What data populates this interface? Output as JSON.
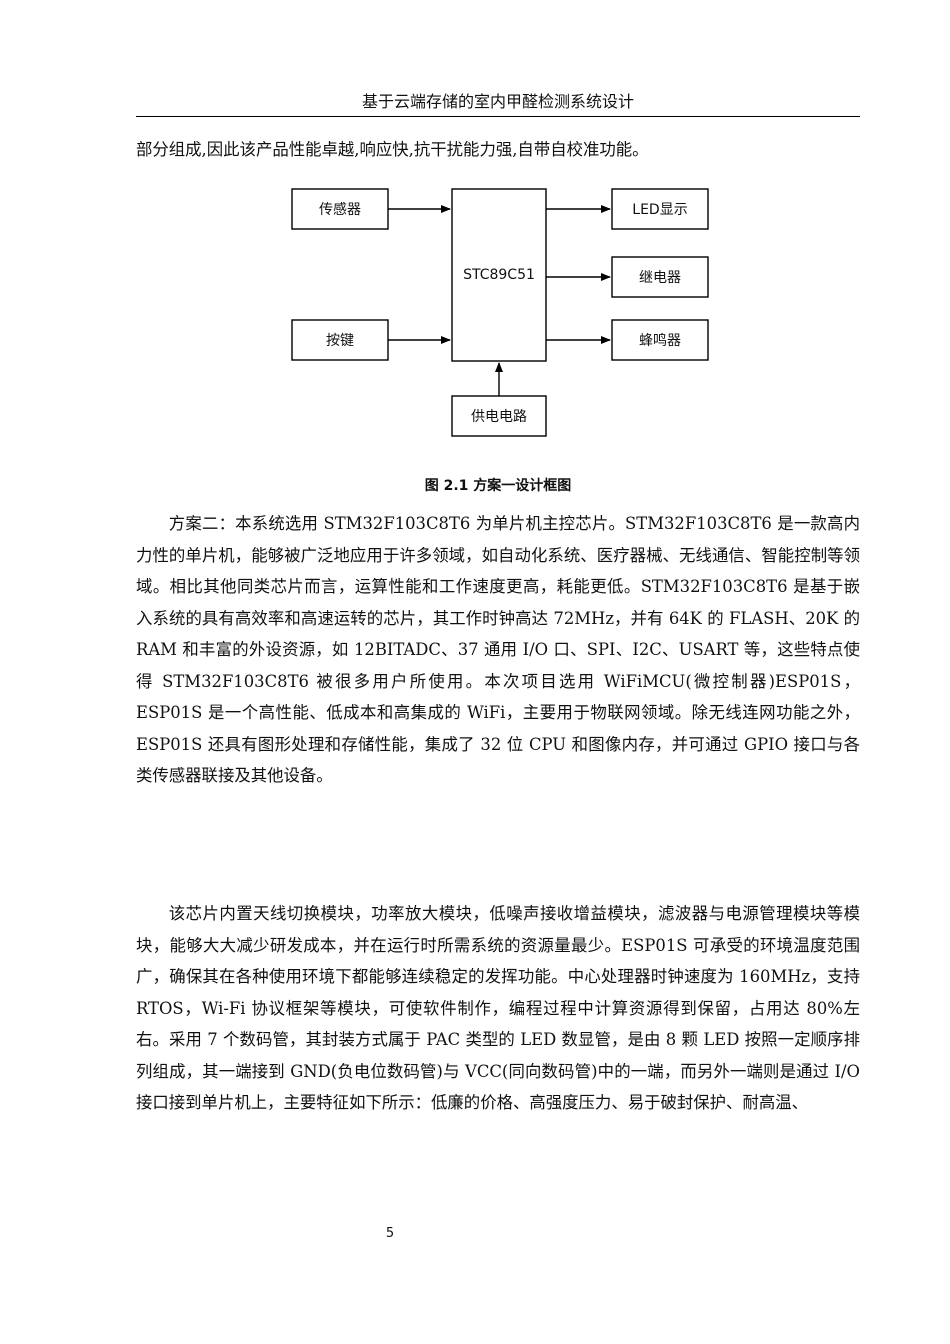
{
  "header": {
    "title": "基于云端存储的室内甲醛检测系统设计"
  },
  "body": {
    "p0": "部分组成,因此该产品性能卓越,响应快,抗干扰能力强,自带自校准功能。",
    "p1": "方案二：本系统选用 STM32F103C8T6 为单片机主控芯片。STM32F103C8T6 是一款高内力性的单片机，能够被广泛地应用于许多领域，如自动化系统、医疗器械、无线通信、智能控制等领域。相比其他同类芯片而言，运算性能和工作速度更高，耗能更低。STM32F103C8T6 是基于嵌入系统的具有高效率和高速运转的芯片，其工作时钟高达 72MHz，并有 64K 的 FLASH、20K 的 RAM 和丰富的外设资源，如 12BITADC、37 通用 I/O 口、SPI、I2C、USART 等，这些特点使得 STM32F103C8T6 被很多用户所使用。本次项目选用 WiFiMCU(微控制器)ESP01S，ESP01S 是一个高性能、低成本和高集成的 WiFi，主要用于物联网领域。除无线连网功能之外，ESP01S 还具有图形处理和存储性能，集成了 32 位 CPU 和图像内存，并可通过 GPIO 接口与各类传感器联接及其他设备。",
    "p2": "该芯片内置天线切换模块，功率放大模块，低噪声接收增益模块，滤波器与电源管理模块等模块，能够大大减少研发成本，并在运行时所需系统的资源量最少。ESP01S 可承受的环境温度范围广，确保其在各种使用环境下都能够连续稳定的发挥功能。中心处理器时钟速度为 160MHz，支持 RTOS，Wi-Fi 协议框架等模块，可使软件制作，编程过程中计算资源得到保留，占用达 80%左右。采用 7 个数码管，其封装方式属于 PAC 类型的 LED 数显管，是由 8 颗 LED 按照一定顺序排列组成，其一端接到 GND(负电位数码管)与 VCC(同向数码管)中的一端，而另外一端则是通过 I/O 接口接到单片机上，主要特征如下所示：低廉的价格、高强度压力、易于破封保护、耐高温、"
  },
  "figure": {
    "caption": "图 2.1  方案一设计框图",
    "blocks": {
      "sensor": "传感器",
      "key": "按键",
      "mcu": "STC89C51",
      "led": "LED显示",
      "relay": "继电器",
      "buzzer": "蜂鸣器",
      "power": "供电电路"
    }
  },
  "footer": {
    "page_number": "5"
  }
}
